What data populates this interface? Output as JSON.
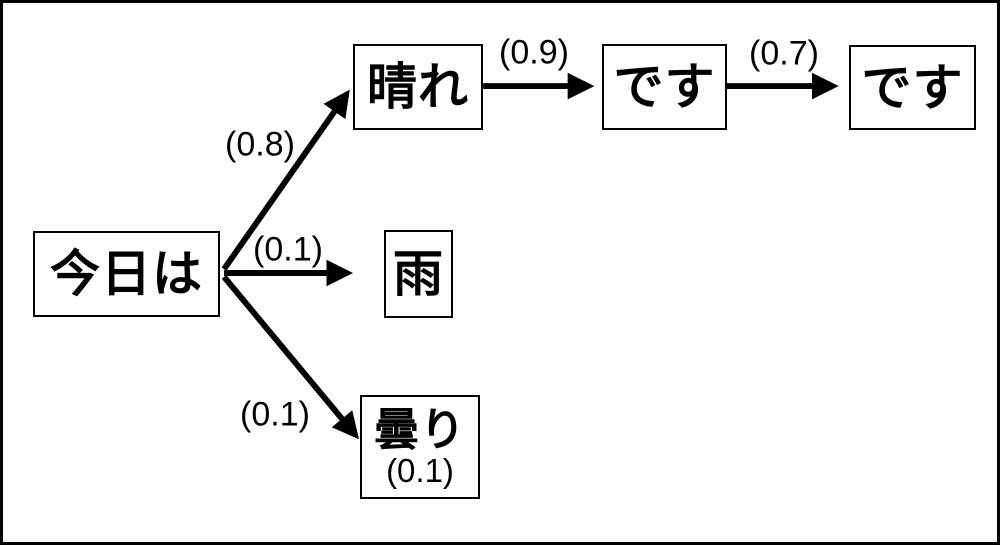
{
  "diagram": {
    "description": "Japanese word-transition probability diagram (Markov chain of sentence generation)",
    "background_color": "#fefefe",
    "ink_color": "#000000",
    "nodes": [
      {
        "id": "start",
        "label": "今日は"
      },
      {
        "id": "sunny",
        "label": "晴れ"
      },
      {
        "id": "desu1",
        "label": "です"
      },
      {
        "id": "desu2",
        "label": "です"
      },
      {
        "id": "rain",
        "label": "雨"
      },
      {
        "id": "cloudy",
        "label": "曇り",
        "sublabel": "(0.1)"
      }
    ],
    "edges": [
      {
        "from": "今日は",
        "to": "晴れ",
        "label": "(0.8)"
      },
      {
        "from": "今日は",
        "to": "雨",
        "label": "(0.1)"
      },
      {
        "from": "今日は",
        "to": "曇り",
        "label": "(0.1)"
      },
      {
        "from": "晴れ",
        "to": "です",
        "label": "(0.9)"
      },
      {
        "from": "です",
        "to": "です",
        "label": "(0.7)"
      }
    ]
  }
}
